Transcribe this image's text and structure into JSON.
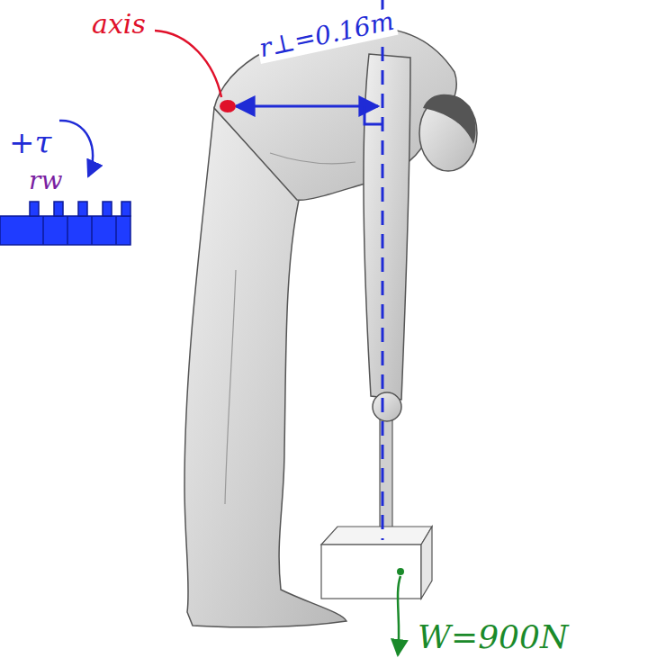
{
  "diagram": {
    "labels": [
      "axis",
      "r⊥=0.16m",
      "+τ",
      "rw",
      "W=900N"
    ]
  }
}
